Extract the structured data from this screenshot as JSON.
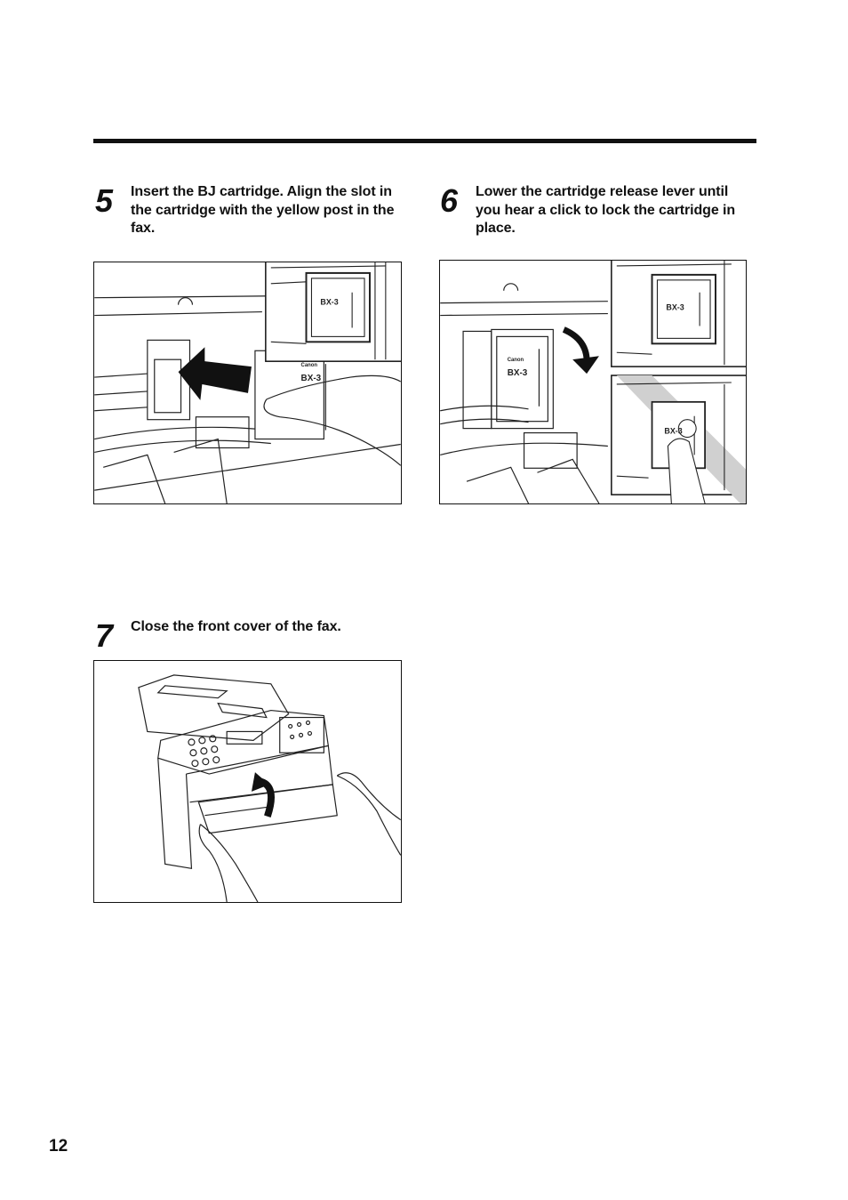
{
  "page": {
    "number": "12"
  },
  "steps": [
    {
      "number": "5",
      "text": "Insert  the BJ cartridge. Align the slot in the cartridge with the yellow post in the fax."
    },
    {
      "number": "6",
      "text": "Lower the cartridge release lever until you hear a click to lock the cartridge in place."
    },
    {
      "number": "7",
      "text": "Close the front cover of the fax."
    }
  ],
  "cartridge": {
    "model_label": "BX-3",
    "brand_label": "Canon"
  }
}
